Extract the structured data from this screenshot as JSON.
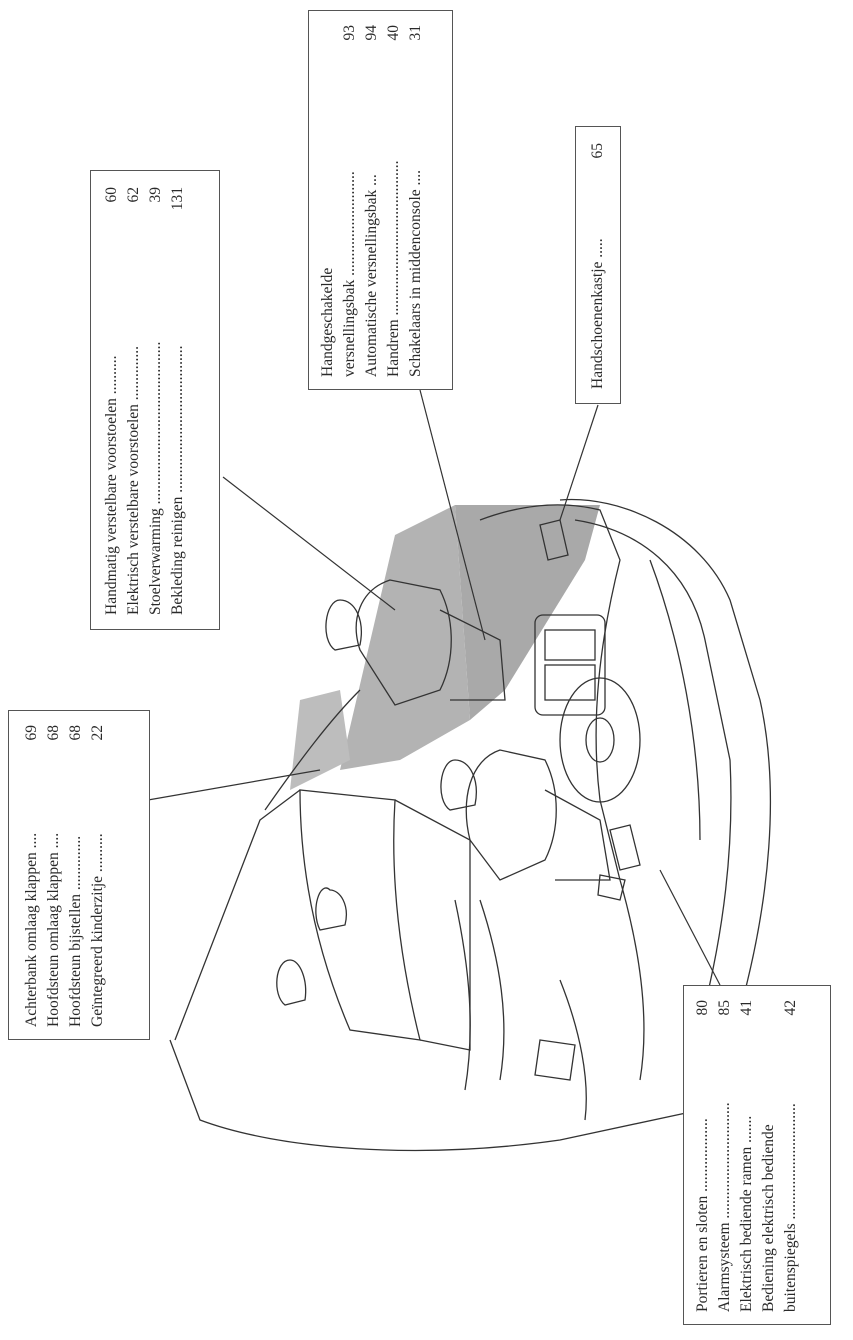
{
  "callouts": {
    "seats": {
      "items": [
        {
          "text": "Handmatig verstelbare voorstoelen ..........",
          "page": "60"
        },
        {
          "text": "Elektrisch verstelbare voorstoelen ..............",
          "page": "62"
        },
        {
          "text": "Stoelverwarming ..........................................",
          "page": "39"
        },
        {
          "text": "Bekleding reinigen ......................................",
          "page": "131"
        }
      ]
    },
    "transmission": {
      "items": [
        {
          "text": "Handgeschakelde",
          "page": ""
        },
        {
          "text": "versnellingsbak ...........................",
          "page": "93"
        },
        {
          "text": "Automatische versnellingsbak ...",
          "page": "94"
        },
        {
          "text": "Handrem ........................................",
          "page": "40"
        },
        {
          "text": "Schakelaars in middenconsole ....",
          "page": "31"
        }
      ]
    },
    "glovebox": {
      "items": [
        {
          "text": "Handschoenenkastje .....",
          "page": "65"
        }
      ]
    },
    "rear": {
      "items": [
        {
          "text": "Achterbank omlaag klappen ....",
          "page": "69"
        },
        {
          "text": "Hoofdsteun omlaag klappen ....",
          "page": "68"
        },
        {
          "text": "Hoofdsteun bijstellen ..............",
          "page": "68"
        },
        {
          "text": "Geïntegreerd kinderzitje ..........",
          "page": "22"
        }
      ]
    },
    "doors": {
      "items": [
        {
          "text": "Portieren en sloten ...................",
          "page": "80"
        },
        {
          "text": "Alarmsysteem ..............................",
          "page": "85"
        },
        {
          "text": "Elektrisch bediende ramen .......",
          "page": "41"
        },
        {
          "text": "Bediening elektrisch bediende",
          "page": ""
        },
        {
          "text": "buitenspiegels ..............................",
          "page": "42"
        }
      ]
    }
  }
}
